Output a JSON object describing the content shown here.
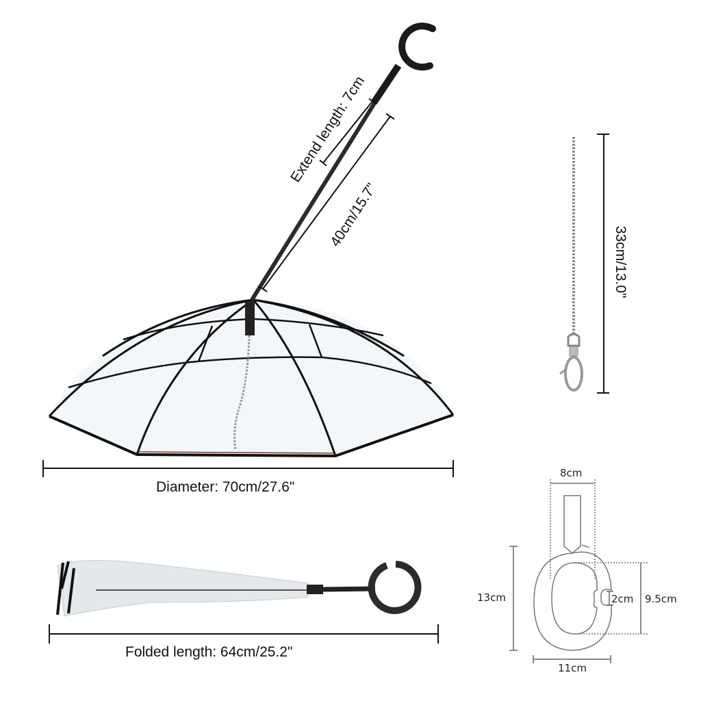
{
  "diagram": {
    "subject": "Pet umbrella with leash chain — dimension diagram",
    "colors": {
      "frame": "#111111",
      "canopy": "#eef2f4",
      "chain": "#9a9a9a",
      "dim_line": "#111111",
      "handle_sketch": "#777777"
    },
    "umbrella_open": {
      "extend_label": "Extend length: 7cm",
      "pole_label": "40cm/15.7\"",
      "diameter_label": "Diameter: 70cm/27.6\""
    },
    "chain": {
      "length_label": "33cm/13.0\""
    },
    "umbrella_folded": {
      "folded_label": "Folded length: 64cm/25.2\""
    },
    "handle_sketch": {
      "width_top": "8cm",
      "height_total": "13cm",
      "gap": "2cm",
      "inner_height": "9.5cm",
      "width_bottom": "11cm"
    }
  }
}
